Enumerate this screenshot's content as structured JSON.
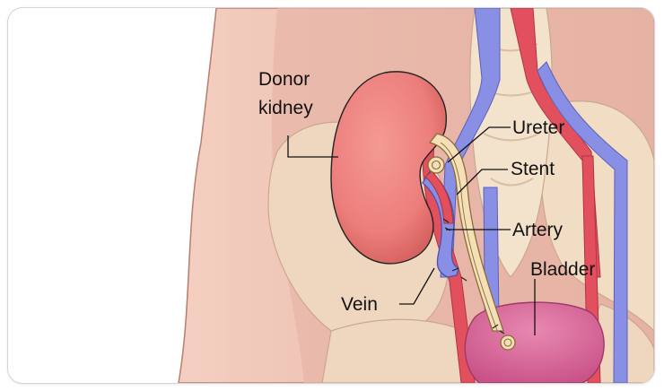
{
  "figure": {
    "labels": {
      "donor_kidney_line1": "Donor",
      "donor_kidney_line2": "kidney",
      "ureter": "Ureter",
      "stent": "Stent",
      "artery": "Artery",
      "bladder": "Bladder",
      "vein": "Vein"
    },
    "colors": {
      "skin_outer": "#ecc0b0",
      "skin_inner": "#e2ada0",
      "bone": "#f1dcc4",
      "kidney": "#ec7e7c",
      "artery": "#e2505e",
      "vein": "#8a8fe6",
      "bladder": "#d86a9c",
      "ureter_stent": "#f3e0b6"
    }
  }
}
